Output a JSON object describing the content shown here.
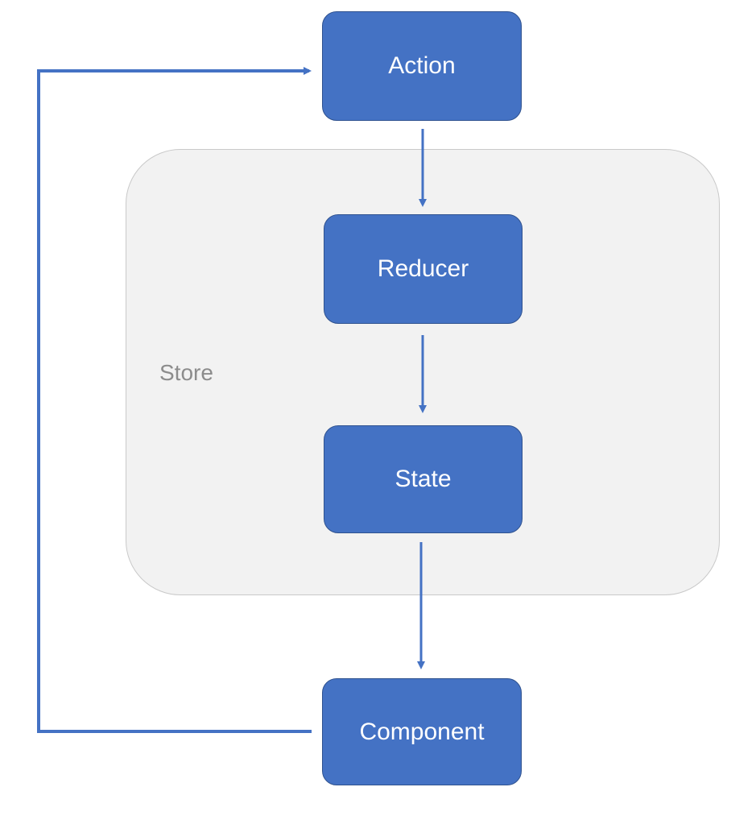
{
  "diagram": {
    "store_label": "Store",
    "nodes": {
      "action": "Action",
      "reducer": "Reducer",
      "state": "State",
      "component": "Component"
    },
    "colors": {
      "node_fill": "#4472c4",
      "node_border": "#2f528f",
      "arrow": "#4472c4",
      "store_fill": "#f2f2f2",
      "store_border": "#c9c9c9",
      "store_label": "#8c8c8c"
    }
  }
}
